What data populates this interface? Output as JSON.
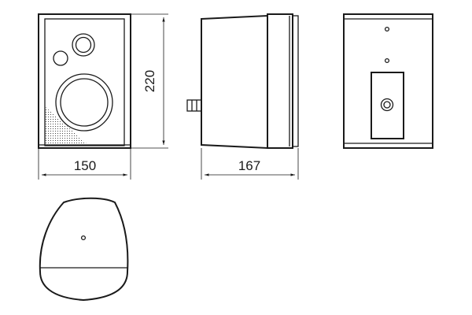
{
  "dimensions": {
    "front_width": "150",
    "front_height": "220",
    "side_depth": "167"
  },
  "colors": {
    "line": "#1a1a1a",
    "background": "#ffffff"
  }
}
